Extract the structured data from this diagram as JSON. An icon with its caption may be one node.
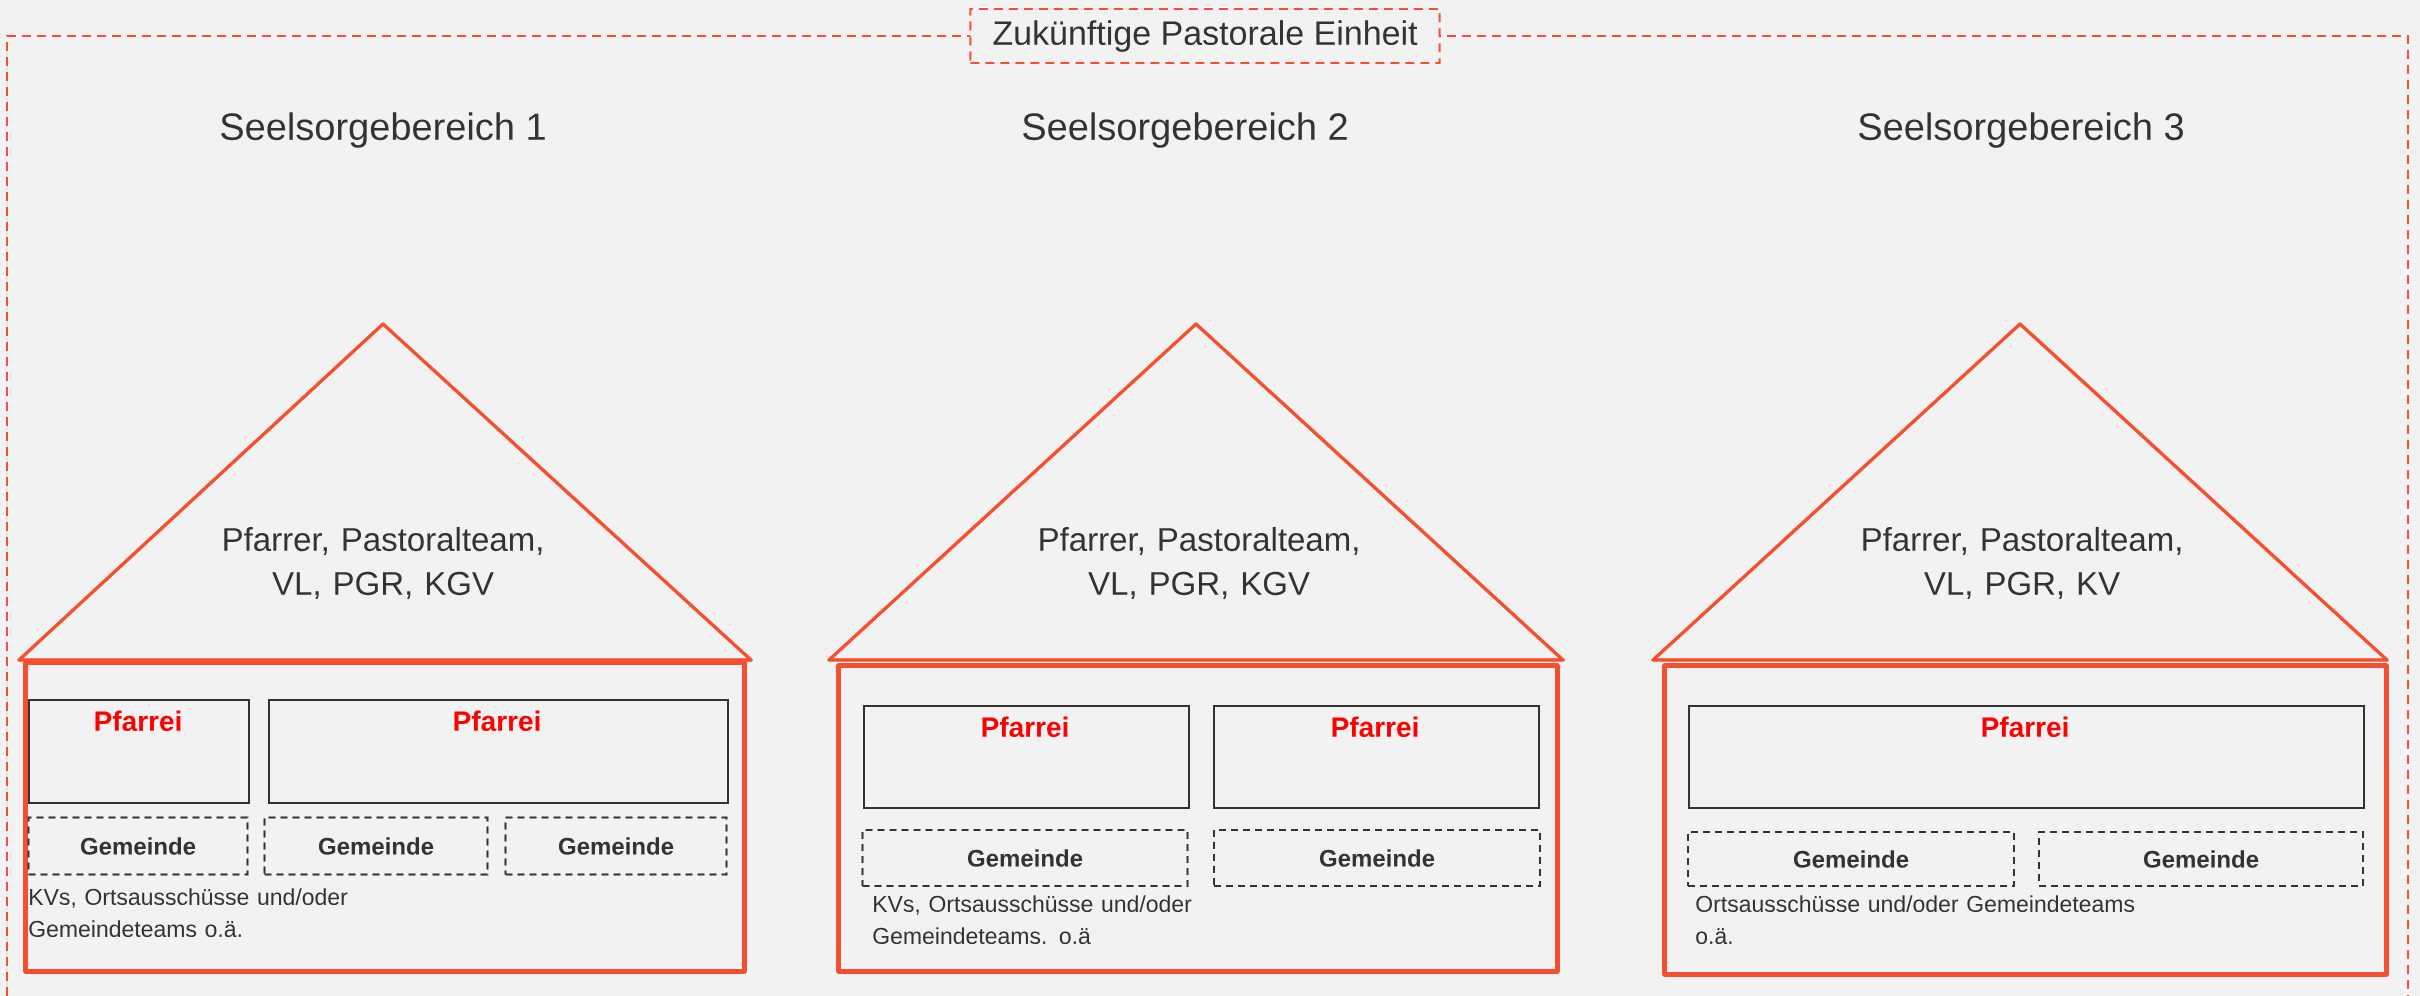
{
  "diagram": {
    "nodes": [
      {
        "text": [
          "Zukünftige Pastorale Einheit"
        ]
      },
      {
        "text": [
          "Pfarrer, Pastoralteam, VL, PGR, KGV"
        ],
        "in": 0
      },
      {
        "text": [
          "KVs, Ortsausschüsse und/oder Gemeindeteams o.ä."
        ],
        "in": 0
      },
      {
        "text": [
          "Pfarrei"
        ],
        "in": 2
      },
      {
        "text": [
          "Pfarrei"
        ],
        "in": 2
      },
      {
        "text": [
          "Gemeinde"
        ],
        "in": 2
      },
      {
        "text": [
          "Gemeinde"
        ],
        "in": 2
      },
      {
        "text": [
          "Gemeinde"
        ],
        "in": 2
      },
      {
        "text": [
          "Pfarrer, Pastoralteam, VL, PGR, KGV"
        ],
        "in": 0
      },
      {
        "text": [
          "KVs, Ortsausschüsse und/oder Gemeindeteams. o.ä"
        ],
        "in": 0
      },
      {
        "text": [
          "Pfarrei"
        ],
        "in": 9
      },
      {
        "text": [
          "Pfarrei"
        ],
        "in": 9
      },
      {
        "text": [
          "Gemeinde"
        ],
        "in": 9
      },
      {
        "text": [
          "Gemeinde"
        ],
        "in": 9
      },
      {
        "text": [
          "Pfarrer, Pastoralteam, VL, PGR, KV"
        ],
        "in": 0
      },
      {
        "text": [
          "Ortsausschüsse und/oder Gemeindeteams o.ä."
        ],
        "in": 0
      },
      {
        "text": [
          "Pfarrei"
        ],
        "in": 15
      },
      {
        "text": [
          "Gemeinde"
        ],
        "in": 15
      },
      {
        "text": [
          "Gemeinde"
        ],
        "in": 15
      }
    ],
    "labels": [
      "Seelsorgebereich 1",
      "Seelsorgebereich 2",
      "Seelsorgebereich 3"
    ]
  }
}
